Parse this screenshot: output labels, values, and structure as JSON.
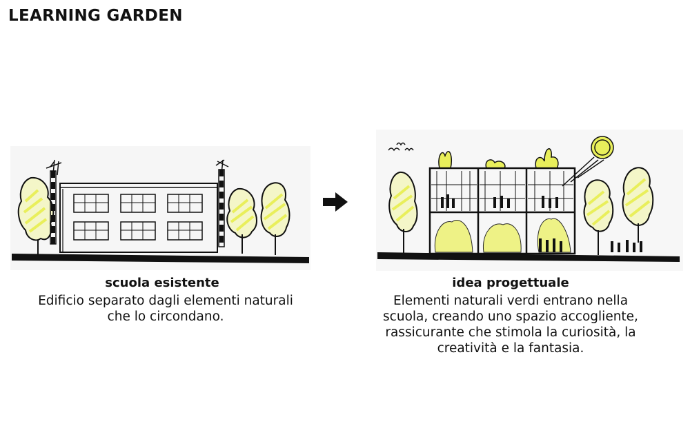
{
  "page": {
    "title": "LEARNING GARDEN"
  },
  "existing": {
    "heading": "scuola esistente",
    "description": "Edificio separato dagli elementi naturali che lo circondano."
  },
  "proposal": {
    "heading": "idea progettuale",
    "description": "Elementi naturali verdi entrano nella scuola, creando uno spazio accogliente, rassicurante che stimola la curiosità, la creatività e la fantasia."
  },
  "colors": {
    "ink": "#111111",
    "accent_yellow": "#e9ef5b",
    "background": "#ffffff"
  },
  "icons": {
    "transition": "arrow-right-icon"
  }
}
